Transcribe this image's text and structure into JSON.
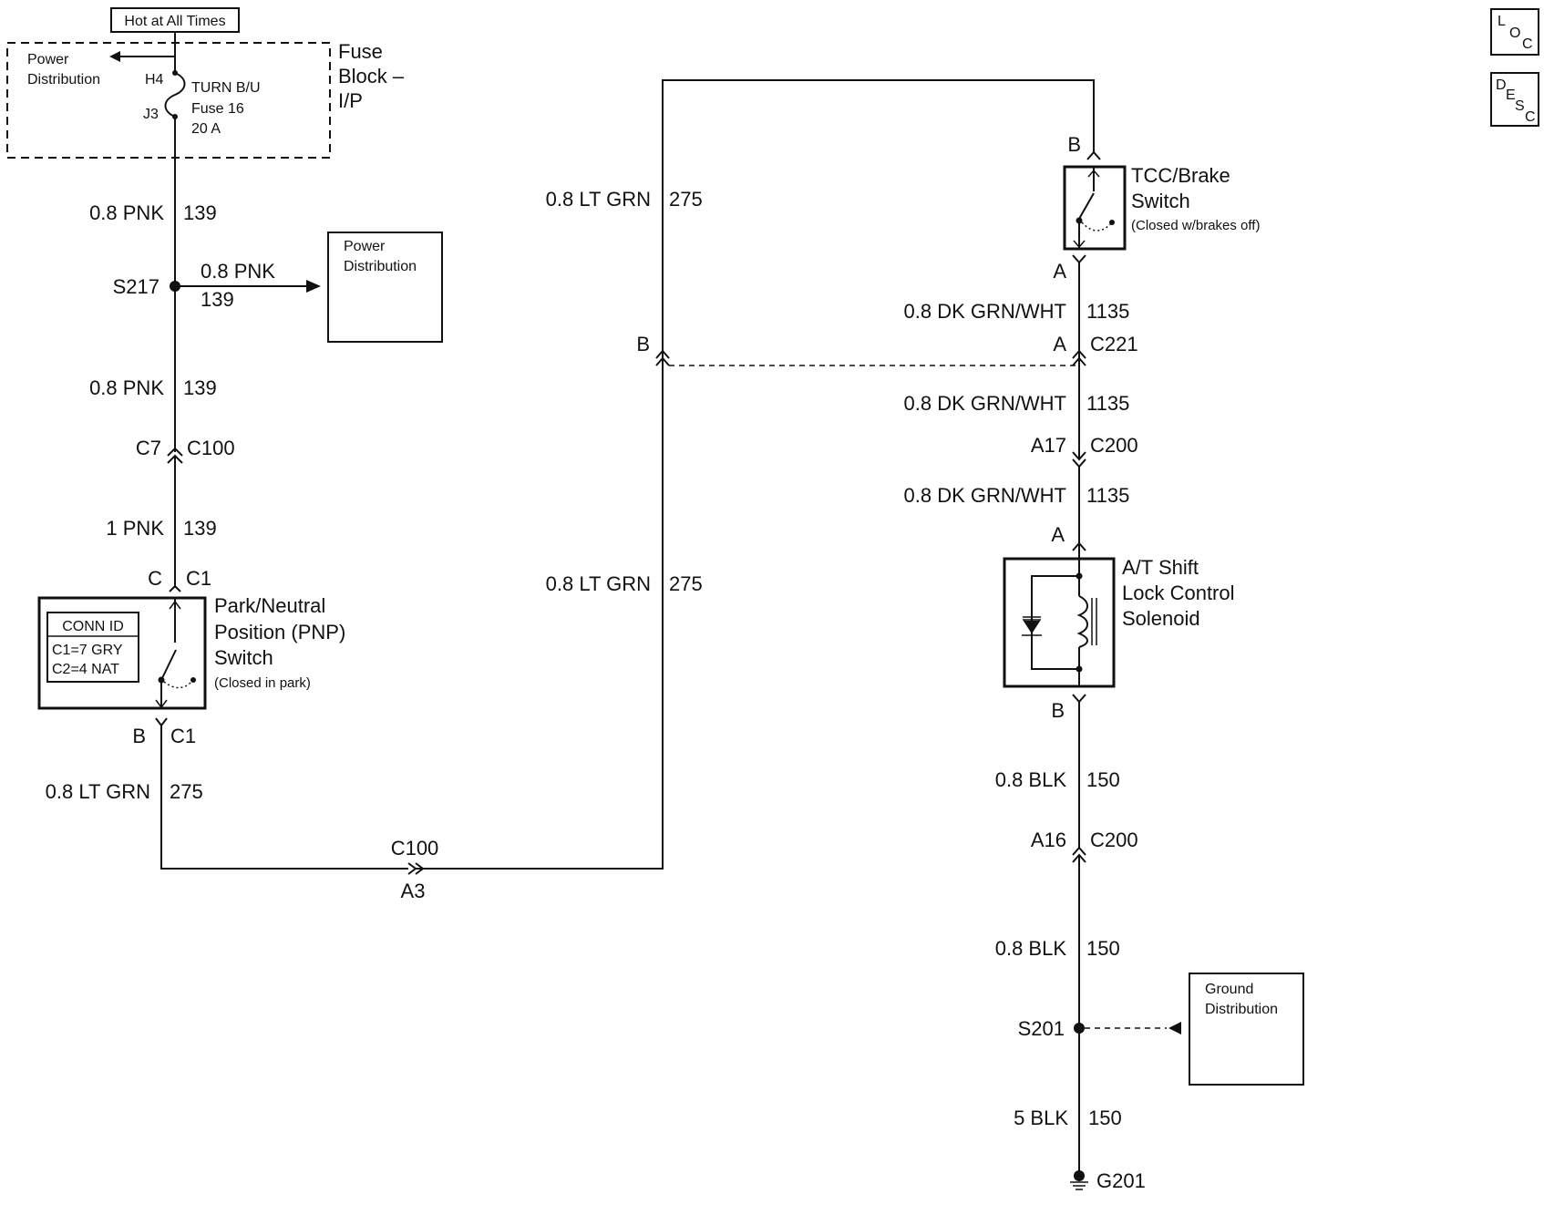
{
  "hot_at_all_times": "Hot at All Times",
  "fuse_block": {
    "title_l1": "Fuse",
    "title_l2": "Block –",
    "title_l3": "I/P",
    "power_dist_l1": "Power",
    "power_dist_l2": "Distribution",
    "pin_h4": "H4",
    "pin_j3": "J3",
    "fuse_l1": "TURN B/U",
    "fuse_l2": "Fuse 16",
    "fuse_l3": "20 A"
  },
  "left_circuit": {
    "w1_gauge": "0.8 PNK",
    "w1_circuit": "139",
    "splice": "S217",
    "branch_gauge": "0.8 PNK",
    "branch_circuit": "139",
    "power_box_l1": "Power",
    "power_box_l2": "Distribution",
    "w2_gauge": "0.8 PNK",
    "w2_circuit": "139",
    "conn1_pin": "C7",
    "conn1_name": "C100",
    "w3_gauge": "1 PNK",
    "w3_circuit": "139",
    "conn2_pin": "C",
    "conn2_name": "C1",
    "conn3_pin": "B",
    "conn3_name": "C1",
    "w4_gauge": "0.8 LT GRN",
    "w4_circuit": "275"
  },
  "pnp_switch": {
    "conn_id": "CONN ID",
    "c1_desc": "C1=7 GRY",
    "c2_desc": "C2=4 NAT",
    "name_l1": "Park/Neutral",
    "name_l2": "Position (PNP)",
    "name_l3": "Switch",
    "note": "(Closed in park)"
  },
  "bottom_connector": {
    "name": "C100",
    "pin": "A3"
  },
  "middle_circuit": {
    "upper_gauge": "0.8 LT GRN",
    "upper_circuit": "275",
    "lower_gauge": "0.8 LT GRN",
    "lower_circuit": "275",
    "conn_pin": "B"
  },
  "tcc_switch": {
    "pin_top": "B",
    "pin_bottom": "A",
    "name_l1": "TCC/Brake",
    "name_l2": "Switch",
    "note": "(Closed w/brakes off)"
  },
  "right_circuit": {
    "w1_gauge": "0.8 DK GRN/WHT",
    "w1_circuit": "1135",
    "c221_pin": "A",
    "c221_name": "C221",
    "w2_gauge": "0.8 DK GRN/WHT",
    "w2_circuit": "1135",
    "c200_pin": "A17",
    "c200_name": "C200",
    "w3_gauge": "0.8 DK GRN/WHT",
    "w3_circuit": "1135",
    "sol_pin_a": "A",
    "sol_pin_b": "B",
    "w4_gauge": "0.8 BLK",
    "w4_circuit": "150",
    "c200b_pin": "A16",
    "c200b_name": "C200",
    "w5_gauge": "0.8 BLK",
    "w5_circuit": "150",
    "splice": "S201",
    "w6_gauge": "5 BLK",
    "w6_circuit": "150",
    "ground": "G201"
  },
  "solenoid": {
    "name_l1": "A/T Shift",
    "name_l2": "Lock Control",
    "name_l3": "Solenoid"
  },
  "ground_box": {
    "l1": "Ground",
    "l2": "Distribution"
  },
  "nav": {
    "loc_l": "L",
    "loc_o": "O",
    "loc_c": "C",
    "desc_d": "D",
    "desc_e": "E",
    "desc_s": "S",
    "desc_c": "C"
  }
}
